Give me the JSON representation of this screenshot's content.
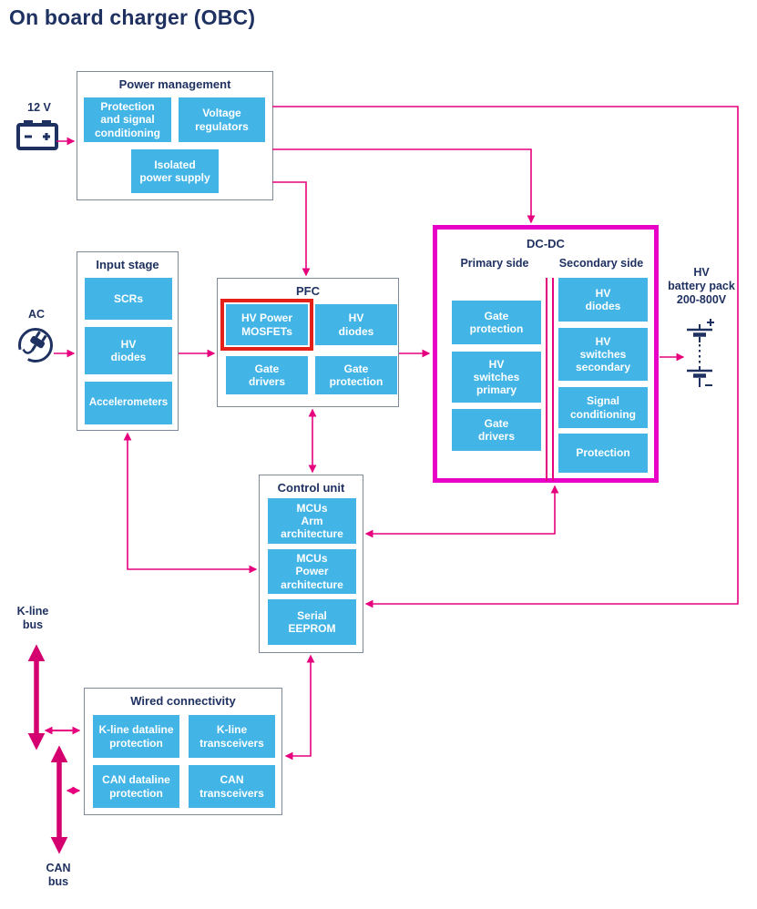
{
  "title": "On board charger (OBC)",
  "colors": {
    "navy": "#1f3160",
    "cyan": "#42b4e6",
    "pink": "#e6007e",
    "bus": "#d4006f",
    "magenta": "#e800c7",
    "red": "#e32119",
    "boxborder": "#7d8a99"
  },
  "externals": {
    "battery_12v": "12 V",
    "ac": "AC",
    "hv_battery": "HV\nbattery pack\n200-800V",
    "kline_bus": "K-line\nbus",
    "can_bus": "CAN\nbus"
  },
  "boxes": {
    "power_management": {
      "title": "Power management",
      "blocks": [
        "Protection\nand signal\nconditioning",
        "Voltage\nregulators",
        "Isolated\npower supply"
      ]
    },
    "input_stage": {
      "title": "Input stage",
      "blocks": [
        "SCRs",
        "HV\ndiodes",
        "Accelerometers"
      ]
    },
    "pfc": {
      "title": "PFC",
      "highlighted_block": "HV Power MOSFETs",
      "blocks": [
        "HV Power\nMOSFETs",
        "HV\ndiodes",
        "Gate\ndrivers",
        "Gate\nprotection"
      ]
    },
    "dcdc": {
      "title": "DC-DC",
      "primary_label": "Primary side",
      "secondary_label": "Secondary side",
      "primary_blocks": [
        "Gate\nprotection",
        "HV\nswitches\nprimary",
        "Gate\ndrivers"
      ],
      "secondary_blocks": [
        "HV\ndiodes",
        "HV\nswitches\nsecondary",
        "Signal\nconditioning",
        "Protection"
      ]
    },
    "control_unit": {
      "title": "Control unit",
      "blocks": [
        "MCUs\nArm\narchitecture",
        "MCUs\nPower\narchitecture",
        "Serial\nEEPROM"
      ]
    },
    "wired_connectivity": {
      "title": "Wired connectivity",
      "blocks": [
        "K-line dataline\nprotection",
        "K-line\ntransceivers",
        "CAN dataline\nprotection",
        "CAN\ntransceivers"
      ]
    }
  }
}
